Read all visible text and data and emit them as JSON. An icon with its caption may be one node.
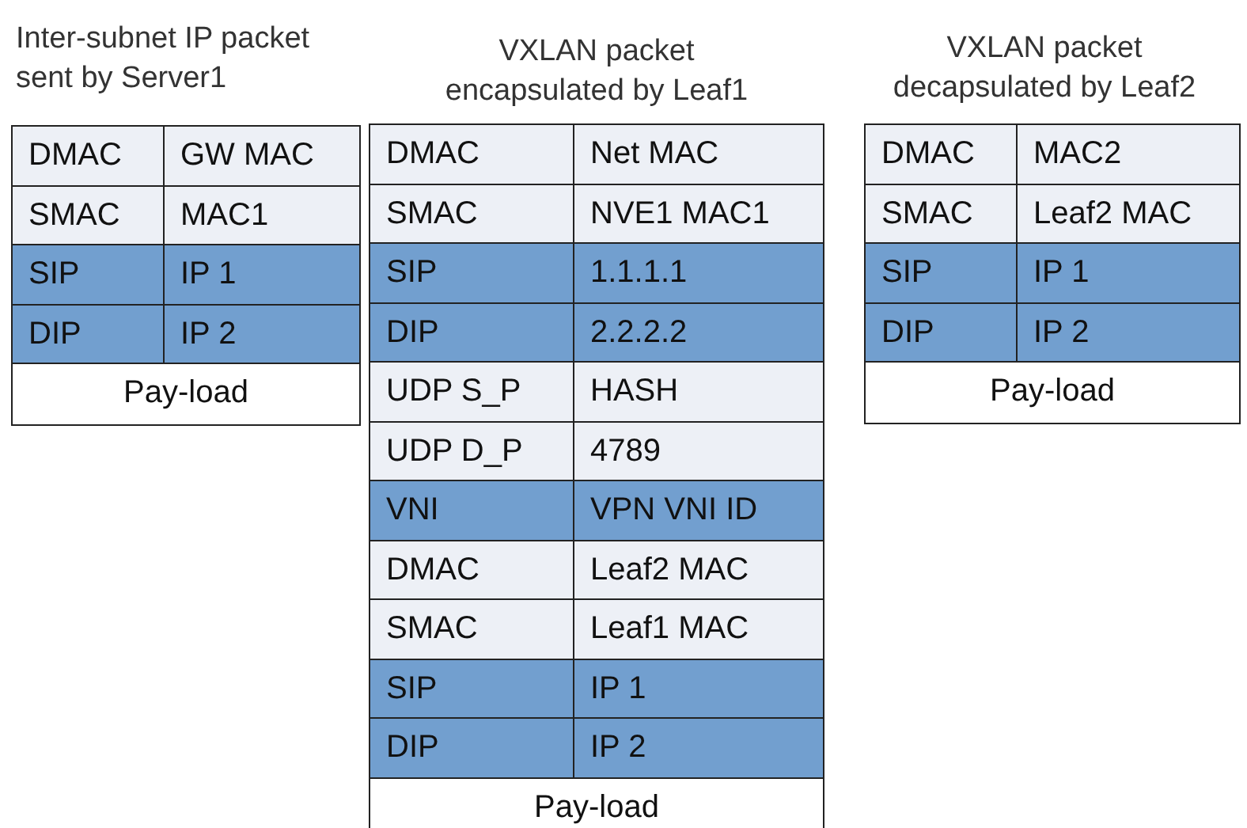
{
  "diagram": {
    "labels": [
      "Inter-subnet IP packet sent by Server1",
      "DMAC",
      "GW MAC",
      "SMAC",
      "MAC1",
      "SIP",
      "IP 1",
      "DIP",
      "IP 2",
      "Pay-load",
      "VXLAN packet encapsulated by Leaf1",
      "DMAC",
      "Net MAC",
      "SMAC",
      "NVE1 MAC1",
      "SIP",
      "1.1.1.1",
      "DIP",
      "2.2.2.2",
      "UDP S_P",
      "HASH",
      "UDP D_P",
      "4789",
      "VNI",
      "VPN VNI ID",
      "DMAC",
      "Leaf2 MAC",
      "SMAC",
      "Leaf1 MAC",
      "SIP",
      "IP 1",
      "DIP",
      "IP 2",
      "Pay-load",
      "VXLAN packet decapsulated by Leaf2",
      "DMAC",
      "MAC2",
      "SMAC",
      "Leaf2 MAC",
      "SIP",
      "IP 1",
      "DIP",
      "IP 2",
      "Pay-load"
    ]
  }
}
